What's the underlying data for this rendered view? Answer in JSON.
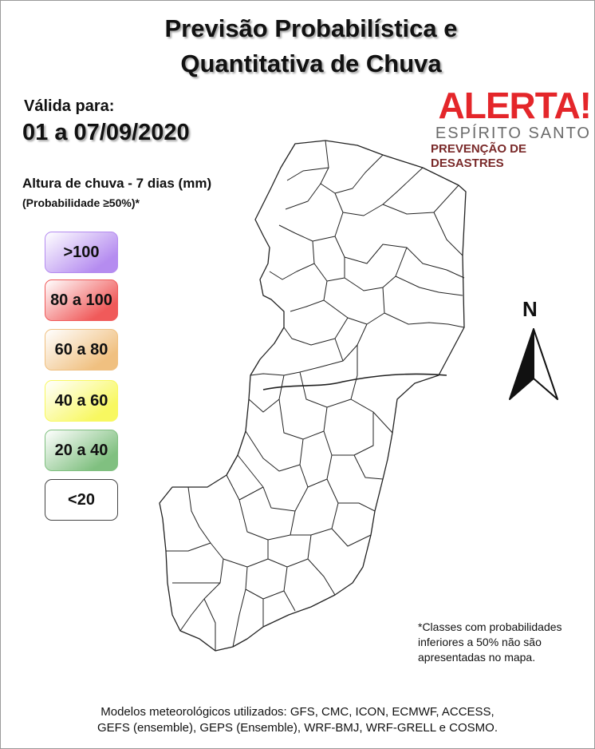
{
  "title": {
    "line1": "Previsão Probabilística e",
    "line2": "Quantitativa de Chuva"
  },
  "validity": {
    "label": "Válida para:",
    "date_range": "01 a 07/09/2020"
  },
  "logo": {
    "main": "ALERTA!",
    "state": "ESPÍRITO SANTO",
    "subtitle": "PREVENÇÃO DE DESASTRES",
    "color": "#e4262a"
  },
  "legend": {
    "title": "Altura de chuva - 7 dias (mm)",
    "subtitle": "(Probabilidade ≥50%)*",
    "classes": [
      {
        "label": ">100",
        "color": "#b58cf0"
      },
      {
        "label": "80 a 100",
        "color": "#f05a5a"
      },
      {
        "label": "60 a 80",
        "color": "#f0c080"
      },
      {
        "label": "40 a 60",
        "color": "#f8f860"
      },
      {
        "label": "20 a 40",
        "color": "#80c080"
      },
      {
        "label": "<20",
        "color": "#ffffff"
      }
    ]
  },
  "north": {
    "label": "N",
    "icon": "north-arrow-icon"
  },
  "footnote": {
    "line1": "*Classes com probabilidades",
    "line2": "inferiores a 50% não são",
    "line3": "apresentadas no mapa."
  },
  "footer": {
    "line1": "Modelos meteorológicos utilizados: GFS, CMC, ICON, ECMWF, ACCESS,",
    "line2": "GEFS (ensemble),  GEPS (Ensemble),  WRF-BMJ, WRF-GRELL e COSMO."
  }
}
